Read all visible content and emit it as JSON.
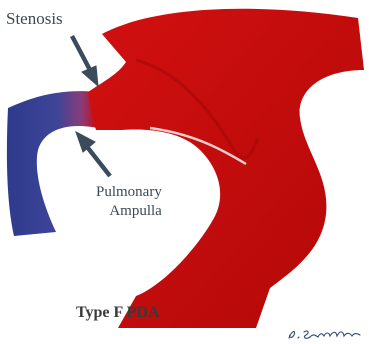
{
  "labels": {
    "stenosis": "Stenosis",
    "pulmonary_line1": "Pulmonary",
    "pulmonary_line2": "Ampulla"
  },
  "caption": "Type F PDA",
  "signature_text": "S. Suyomlun",
  "colors": {
    "aorta": "#c80a0a",
    "aorta_shadow": "#a00808",
    "ductus": "#2e3a8c",
    "arrow": "#3b4b5c",
    "text": "#3a4a5a",
    "signature_ink": "#2c4a78"
  }
}
